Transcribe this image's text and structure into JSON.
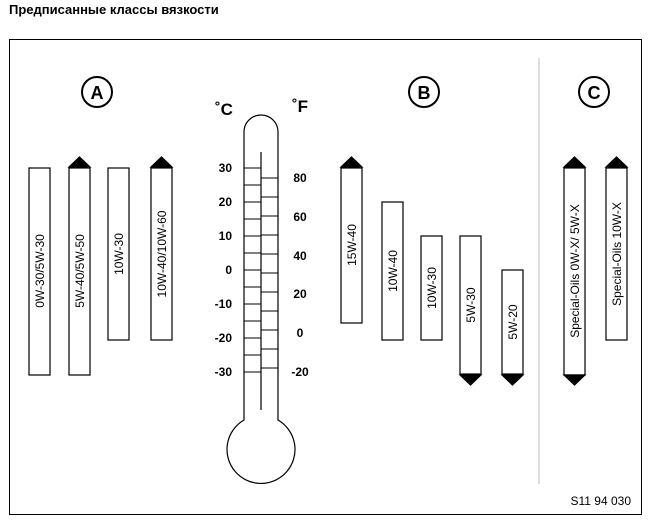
{
  "title": "Предписанные классы вязкости",
  "diagram_code": "S11 94 030",
  "group_labels": {
    "a": "A",
    "b": "B",
    "c": "C"
  },
  "thermometer": {
    "unit_c": "˚C",
    "unit_f": "˚F",
    "celsius_ticks": [
      "30",
      "20",
      "10",
      "0",
      "-10",
      "-20",
      "-30"
    ],
    "fahrenheit_ticks": [
      "80",
      "60",
      "40",
      "20",
      "0",
      "-20"
    ]
  },
  "grades": {
    "a1": "0W-30/5W-30",
    "a2": "5W-40/5W-50",
    "a3": "10W-30",
    "a4": "10W-40/10W-60",
    "b1": "15W-40",
    "b2": "10W-40",
    "b3": "10W-30",
    "b4": "5W-30",
    "b5": "5W-20",
    "c1": "Special-Oils 0W-X/ 5W-X",
    "c2": "Special-Oils 10W-X"
  }
}
